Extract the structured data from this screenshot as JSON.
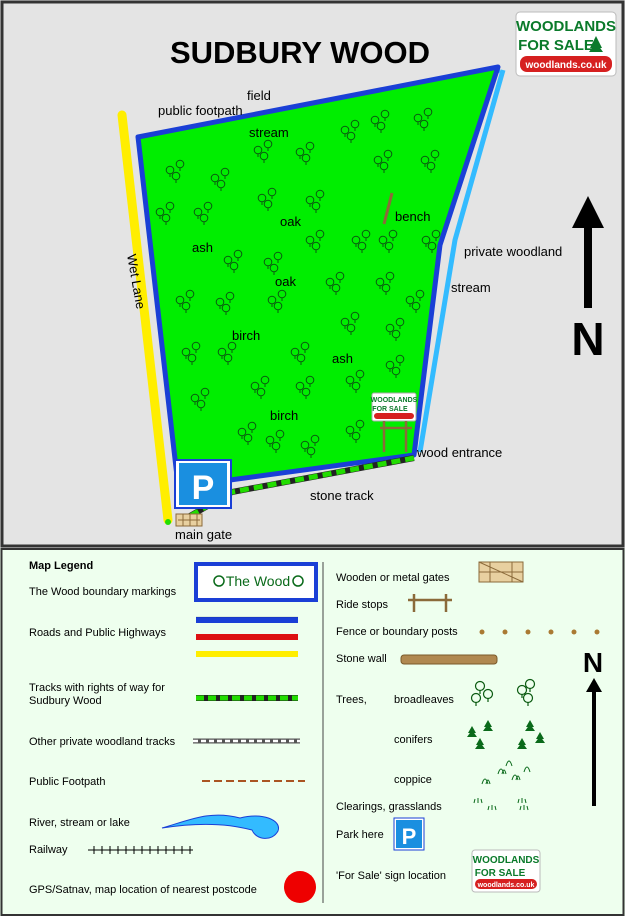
{
  "map": {
    "title": "SUDBURY WOOD",
    "logo": {
      "line1": "WOODLANDS",
      "line2": "FOR SALE",
      "url": "woodlands.co.uk"
    },
    "labels": {
      "field": "field",
      "footpath": "public footpath",
      "stream_top": "stream",
      "stream_right": "stream",
      "private_woodland": "private woodland",
      "wet_lane": "Wet Lane",
      "bench": "bench",
      "oak1": "oak",
      "oak2": "oak",
      "ash1": "ash",
      "ash2": "ash",
      "birch1": "birch",
      "birch2": "birch",
      "wood_entrance": "wood entrance",
      "stone_track": "stone track",
      "main_gate": "main gate"
    },
    "north_label": "N",
    "parking_label": "P",
    "colors": {
      "woodland": "#00ee00",
      "boundary": "#1a3fd6",
      "stream": "#33bbff",
      "lane": "#ffee00",
      "track": "#22dd00",
      "background": "#e4e4e4"
    }
  },
  "legend": {
    "title": "Map Legend",
    "left": {
      "boundary": "The Wood boundary markings",
      "boundary_sample": "The Wood",
      "roads": "Roads and Public Highways",
      "tracks": "Tracks with rights of way for Sudbury Wood",
      "tracks_line1": "Tracks with rights of way for",
      "tracks_line2": "Sudbury Wood",
      "private_tracks": "Other private woodland tracks",
      "footpath": "Public Footpath",
      "river": "River, stream or lake",
      "railway": "Railway",
      "gps": "GPS/Satnav, map location of nearest postcode"
    },
    "right": {
      "gates": "Wooden or metal gates",
      "ride_stops": "Ride stops",
      "fence": "Fence or boundary posts",
      "stone_wall": "Stone wall",
      "trees": "Trees,",
      "broadleaves": "broadleaves",
      "conifers": "conifers",
      "coppice": "coppice",
      "clearings": "Clearings, grasslands",
      "park": "Park here",
      "for_sale": "'For Sale'  sign location",
      "north": "N",
      "park_letter": "P"
    },
    "colors": {
      "background": "#eeffee",
      "road_blue": "#1a3fd6",
      "road_red": "#dd1111",
      "road_yellow": "#ffee00",
      "footpath": "#aa5522",
      "gps": "#ee0000"
    }
  }
}
